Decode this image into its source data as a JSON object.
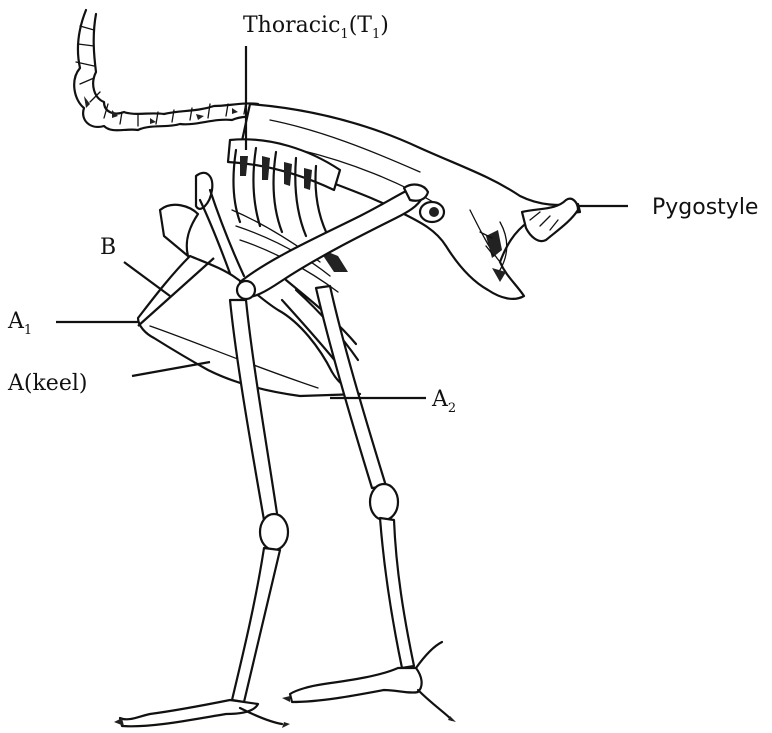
{
  "labels": {
    "thoracic": {
      "main": "Thoracic",
      "sub1": "1",
      "paren_open": "(T",
      "sub2": "1",
      "paren_close": ")"
    },
    "pygostyle": "Pygostyle",
    "b": "B",
    "a1": {
      "main": "A",
      "sub": "1"
    },
    "keel": "A(keel)",
    "a2": {
      "main": "A",
      "sub": "2"
    }
  }
}
